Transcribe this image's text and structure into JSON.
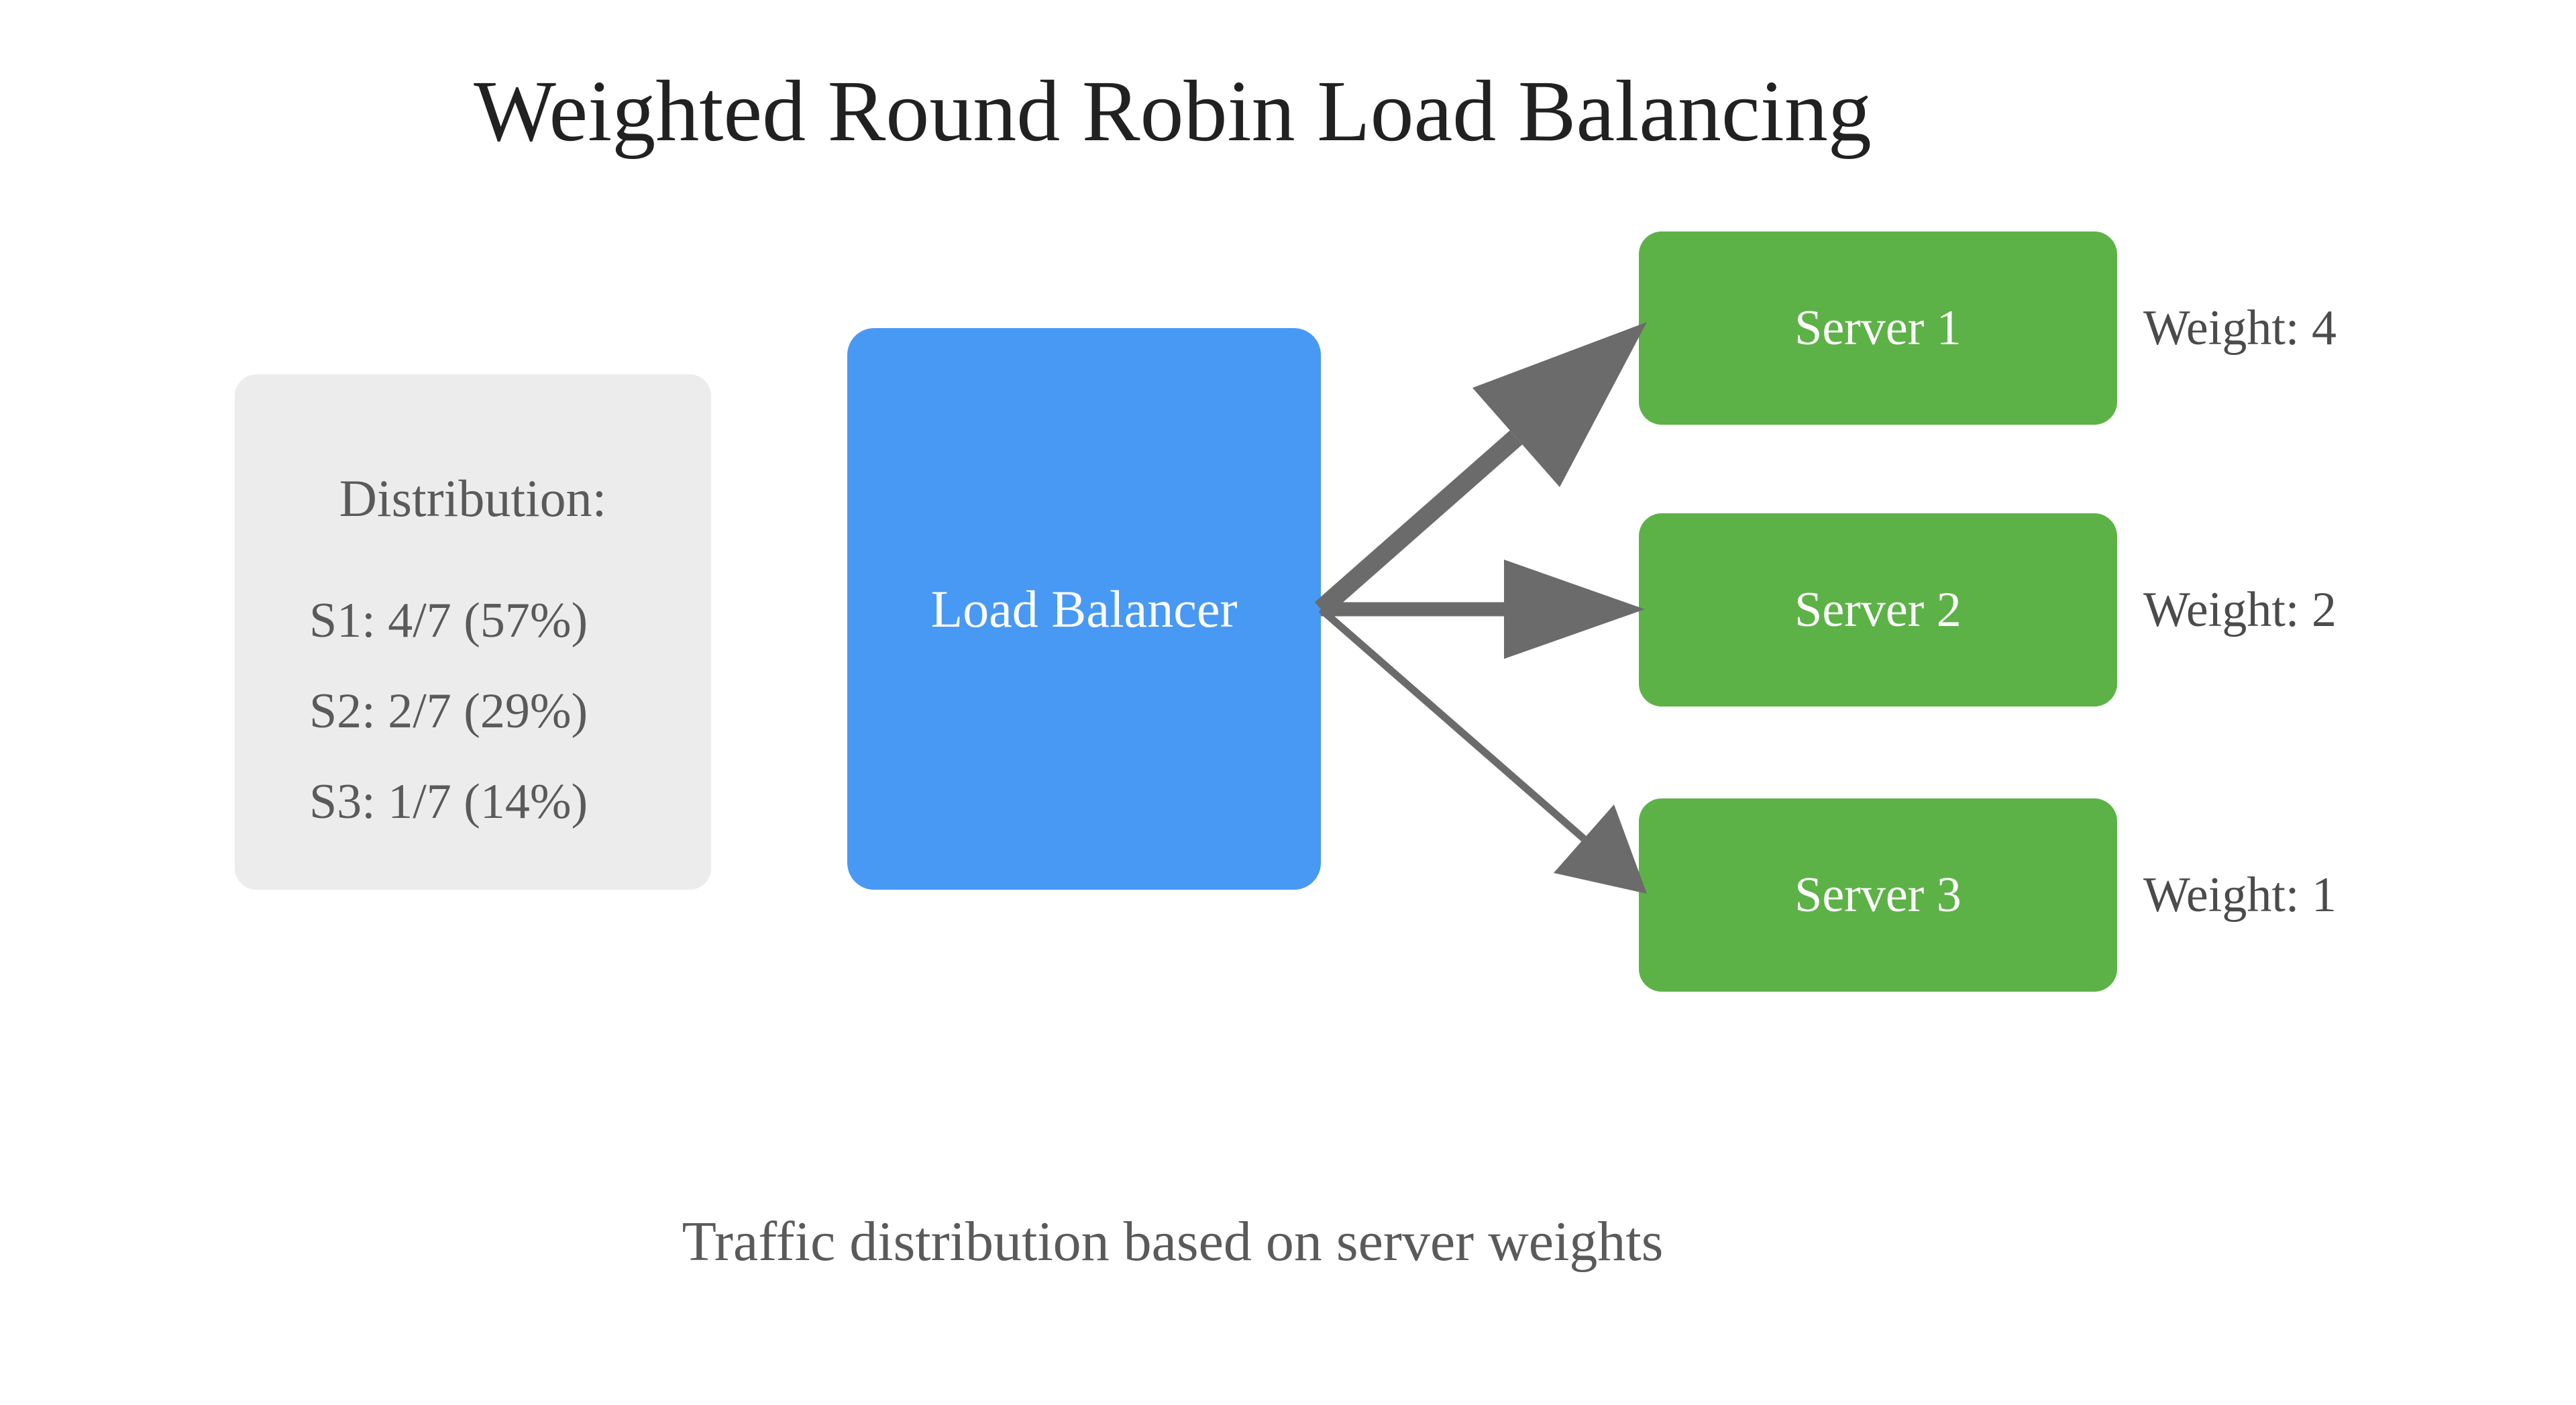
{
  "title": "Weighted Round Robin Load Balancing",
  "caption": "Traffic distribution based on server weights",
  "distribution": {
    "heading": "Distribution:",
    "items": [
      "S1: 4/7 (57%)",
      "S2: 2/7 (29%)",
      "S3: 1/7 (14%)"
    ]
  },
  "load_balancer": {
    "label": "Load Balancer"
  },
  "servers": [
    {
      "label": "Server 1",
      "weight": 4,
      "weight_label": "Weight: 4"
    },
    {
      "label": "Server 2",
      "weight": 2,
      "weight_label": "Weight: 2"
    },
    {
      "label": "Server 3",
      "weight": 1,
      "weight_label": "Weight: 1"
    }
  ],
  "arrows": [
    {
      "from": "Load Balancer",
      "to": "Server 1",
      "weight": 4
    },
    {
      "from": "Load Balancer",
      "to": "Server 2",
      "weight": 2
    },
    {
      "from": "Load Balancer",
      "to": "Server 3",
      "weight": 1
    }
  ],
  "colors": {
    "background": "#ffffff",
    "load-balancer-blue": "#4899f4",
    "server-green": "#5db247",
    "arrow-gray": "#6b6b6b",
    "panel-gray": "#ececec",
    "title-text": "#212121",
    "body-text": "#5a5a5a",
    "weight-text": "#4b4b4b",
    "box-text": "#ffffff"
  }
}
